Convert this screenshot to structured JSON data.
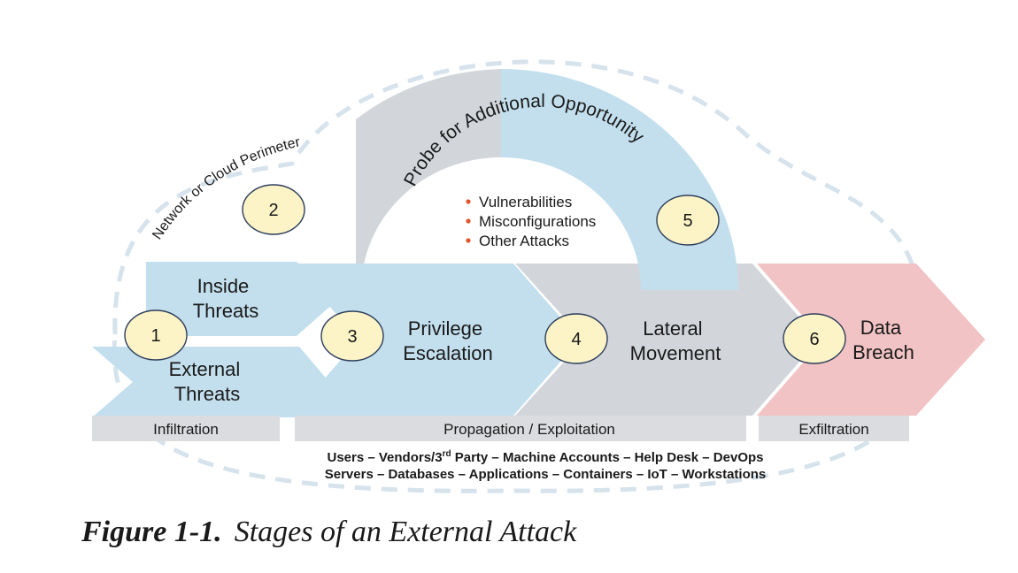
{
  "diagram": {
    "perimeter_label": "Network or Cloud Perimeter",
    "probe_label": "Probe for Additional Opportunity",
    "probe_bullets": [
      "Vulnerabilities",
      "Misconfigurations",
      "Other Attacks"
    ],
    "steps": {
      "s1": "1",
      "s2": "2",
      "s3": "3",
      "s4": "4",
      "s5": "5",
      "s6": "6"
    },
    "stages": {
      "inside_threats": [
        "Inside",
        "Threats"
      ],
      "external_threats": [
        "External",
        "Threats"
      ],
      "privilege_escalation": [
        "Privilege",
        "Escalation"
      ],
      "lateral_movement": [
        "Lateral",
        "Movement"
      ],
      "data_breach": [
        "Data",
        "Breach"
      ]
    },
    "phases": {
      "infiltration": "Infiltration",
      "propagation": "Propagation / Exploitation",
      "exfiltration": "Exfiltration"
    },
    "targets_line1_pre": "Users – Vendors/3",
    "targets_line1_sup": "rd",
    "targets_line1_post": " Party – Machine Accounts – Help Desk – DevOps",
    "targets_line2": "Servers – Databases – Applications – Containers – IoT – Workstations",
    "colors": {
      "blue": "#c3dfed",
      "gray": "#d2d6db",
      "pink": "#f1c3c4",
      "circle_fill": "#fcf3c6",
      "circle_stroke": "#2d3e5c",
      "bullet": "#e0552a",
      "dash": "#d6e3ec"
    }
  },
  "caption": {
    "number": "Figure 1-1.",
    "title": "Stages of an External Attack"
  }
}
